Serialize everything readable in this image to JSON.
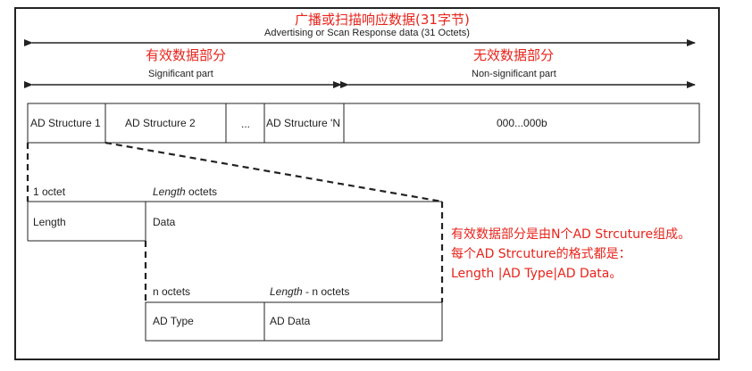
{
  "header": {
    "cn": "广播或扫描响应数据(31字节)",
    "en": "Advertising or Scan Response data (31 Octets)"
  },
  "sections": {
    "significant": {
      "cn": "有效数据部分",
      "en": "Significant part"
    },
    "non_significant": {
      "cn": "无效数据部分",
      "en": "Non-significant part"
    }
  },
  "structures": {
    "ad1": "AD Structure 1",
    "ad2": "AD Structure 2",
    "ellipsis": "...",
    "adN": "AD Structure 'N",
    "padding": "000...000b"
  },
  "level2": {
    "one_octet": "1 octet",
    "length_italic": "Length",
    "octets": " octets",
    "length_field": "Length",
    "data_field": "Data"
  },
  "level3": {
    "n_octets": "n octets",
    "length_italic": "Length",
    "minus_n_octets": " - n octets",
    "ad_type": "AD Type",
    "ad_data": "AD Data"
  },
  "note": {
    "line1": "有效数据部分是由N个AD Strcuture组成。",
    "line2": "每个AD Strcuture的格式都是：",
    "line3": "Length |AD Type|AD Data。"
  },
  "colors": {
    "annotation": "#e8241c",
    "lines": "#222222"
  }
}
